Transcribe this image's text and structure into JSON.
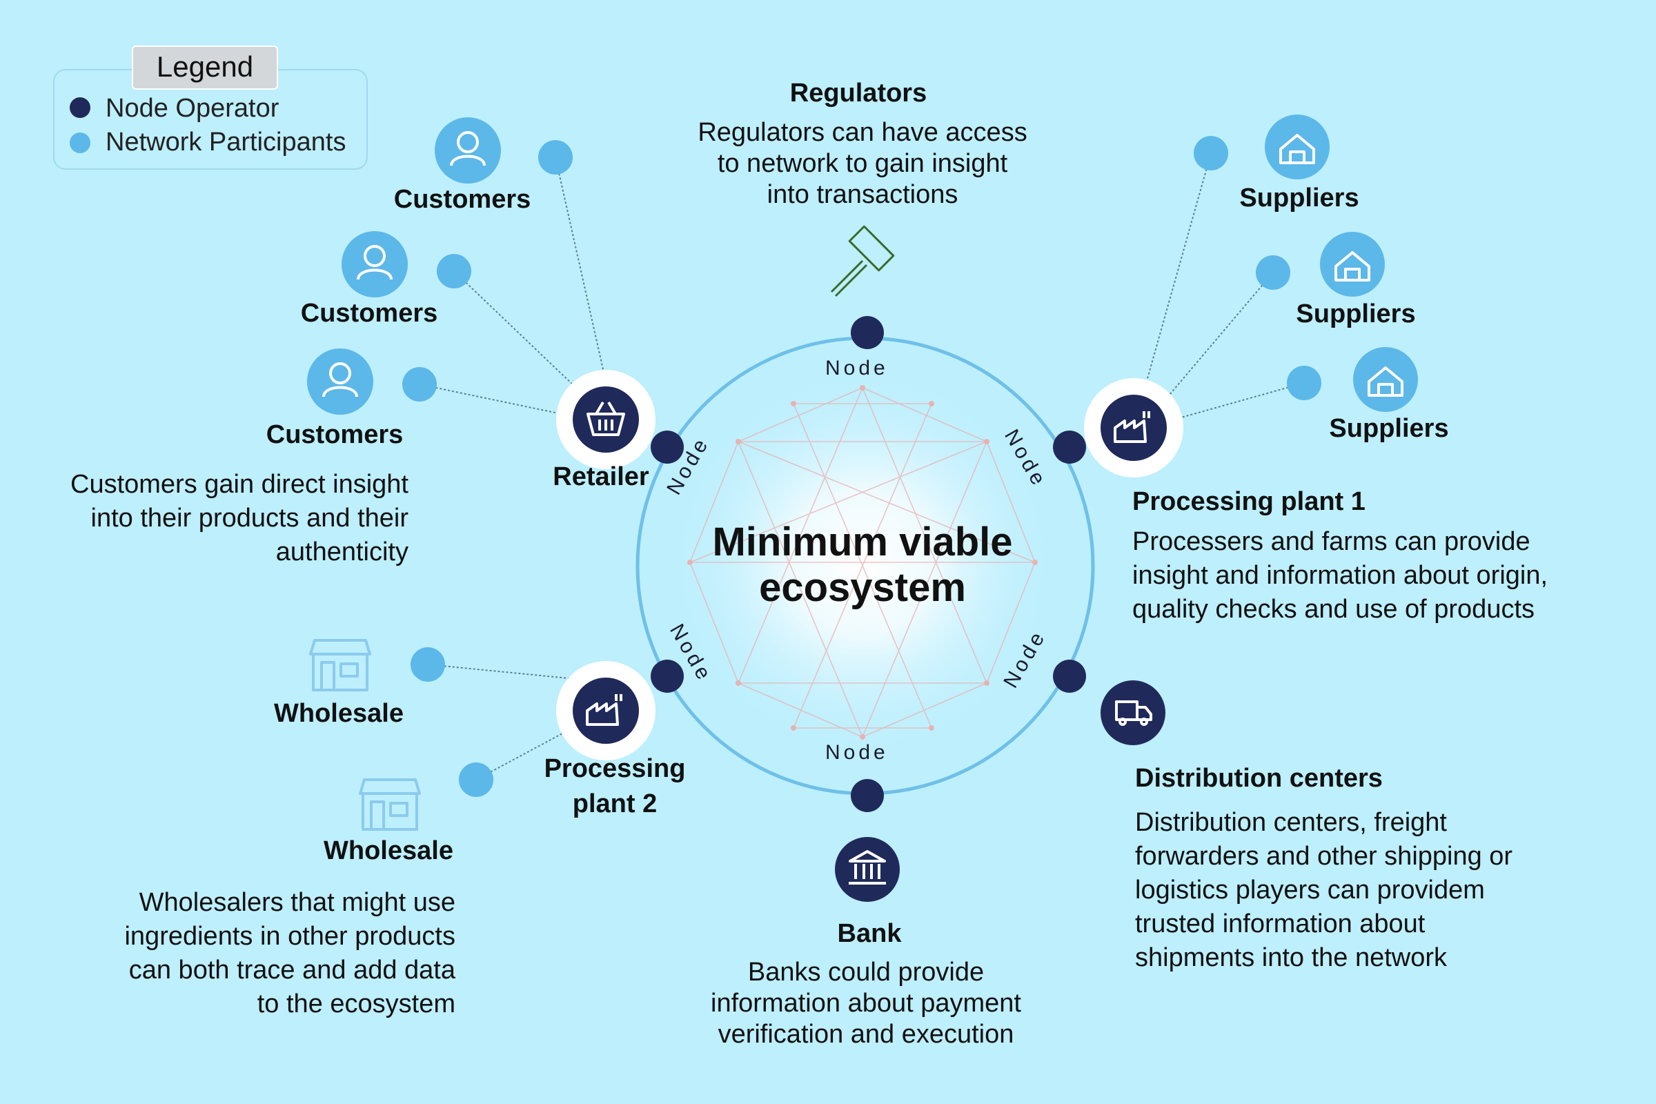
{
  "colors": {
    "background": "#bdeffd",
    "node_operator": "#1f2a5a",
    "network_participant": "#5cb8e8",
    "ring": "#6fc0e8",
    "connector": "#5a7f90",
    "icon_light": "#5cb8e8",
    "gavel": "#3a6b2e"
  },
  "legend": {
    "title": "Legend",
    "node_operator": "Node Operator",
    "network_participants": "Network Participants"
  },
  "center": {
    "line1": "Minimum viable",
    "line2": "ecosystem"
  },
  "node_label": "Node",
  "regulators": {
    "title": "Regulators",
    "desc1": "Regulators can have access",
    "desc2": "to network to gain insight",
    "desc3": "into transactions",
    "icon": "gavel-icon"
  },
  "customers": {
    "label": "Customers",
    "desc1": "Customers gain direct insight",
    "desc2": "into their products and their",
    "desc3": "authenticity",
    "icon": "person-icon"
  },
  "retailer": {
    "label": "Retailer",
    "icon": "basket-icon"
  },
  "suppliers": {
    "label": "Suppliers",
    "icon": "barn-icon"
  },
  "plant1": {
    "label": "Processing plant 1",
    "desc1": "Processers and farms can provide",
    "desc2": "insight and information about origin,",
    "desc3": "quality checks and use of products",
    "icon": "factory-icon"
  },
  "plant2": {
    "line1": "Processing",
    "line2": "plant 2",
    "icon": "factory-icon"
  },
  "wholesale": {
    "label": "Wholesale",
    "desc1": "Wholesalers that might use",
    "desc2": "ingredients in other products",
    "desc3": "can both trace and add data",
    "desc4": "to the ecosystem",
    "icon": "store-icon"
  },
  "distribution": {
    "label": "Distribution centers",
    "desc1": "Distribution centers, freight",
    "desc2": "forwarders and other shipping or",
    "desc3": "logistics players can providem",
    "desc4": "trusted information about",
    "desc5": "shipments into the network",
    "icon": "truck-icon"
  },
  "bank": {
    "label": "Bank",
    "desc1": "Banks could provide",
    "desc2": "information about payment",
    "desc3": "verification and execution",
    "icon": "bank-icon"
  }
}
